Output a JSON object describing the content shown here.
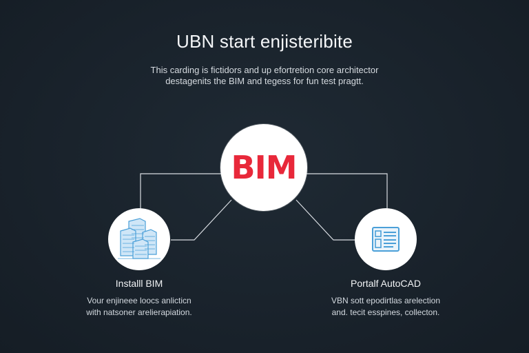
{
  "header": {
    "title": "UBN start enjisteribite",
    "subtitle_line1": "This carding is fictidors and up efortretion core architector",
    "subtitle_line2": "destagenits the BIM and tegess for fun test pragtt."
  },
  "hub": {
    "label": "BIM",
    "color": "#e8283a"
  },
  "nodes": {
    "left": {
      "icon": "buildings-icon",
      "title": "Installl BIM",
      "desc_line1": "Vour enjineee loocs anlicticn",
      "desc_line2": "with natsoner arelierapiation."
    },
    "right": {
      "icon": "document-panel-icon",
      "title": "Portalf AutoCAD",
      "desc_line1": "VBN sott epodirtlas arelection",
      "desc_line2": "and. tecit esspines, collecton."
    }
  },
  "colors": {
    "background": "#1a232c",
    "connector": "#d9dde2",
    "icon_blue": "#4a9fd8"
  }
}
